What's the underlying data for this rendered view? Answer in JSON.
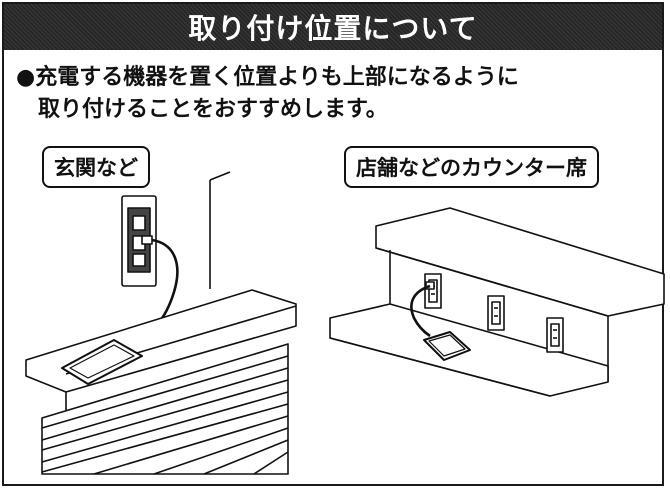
{
  "title": "取り付け位置について",
  "lead": {
    "bullet": "●",
    "line1": "充電する機器を置く位置よりも上部になるように",
    "line2": "取り付けることをおすすめします。"
  },
  "labels": {
    "entrance": "玄関など",
    "counter": "店舗などのカウンター席"
  }
}
